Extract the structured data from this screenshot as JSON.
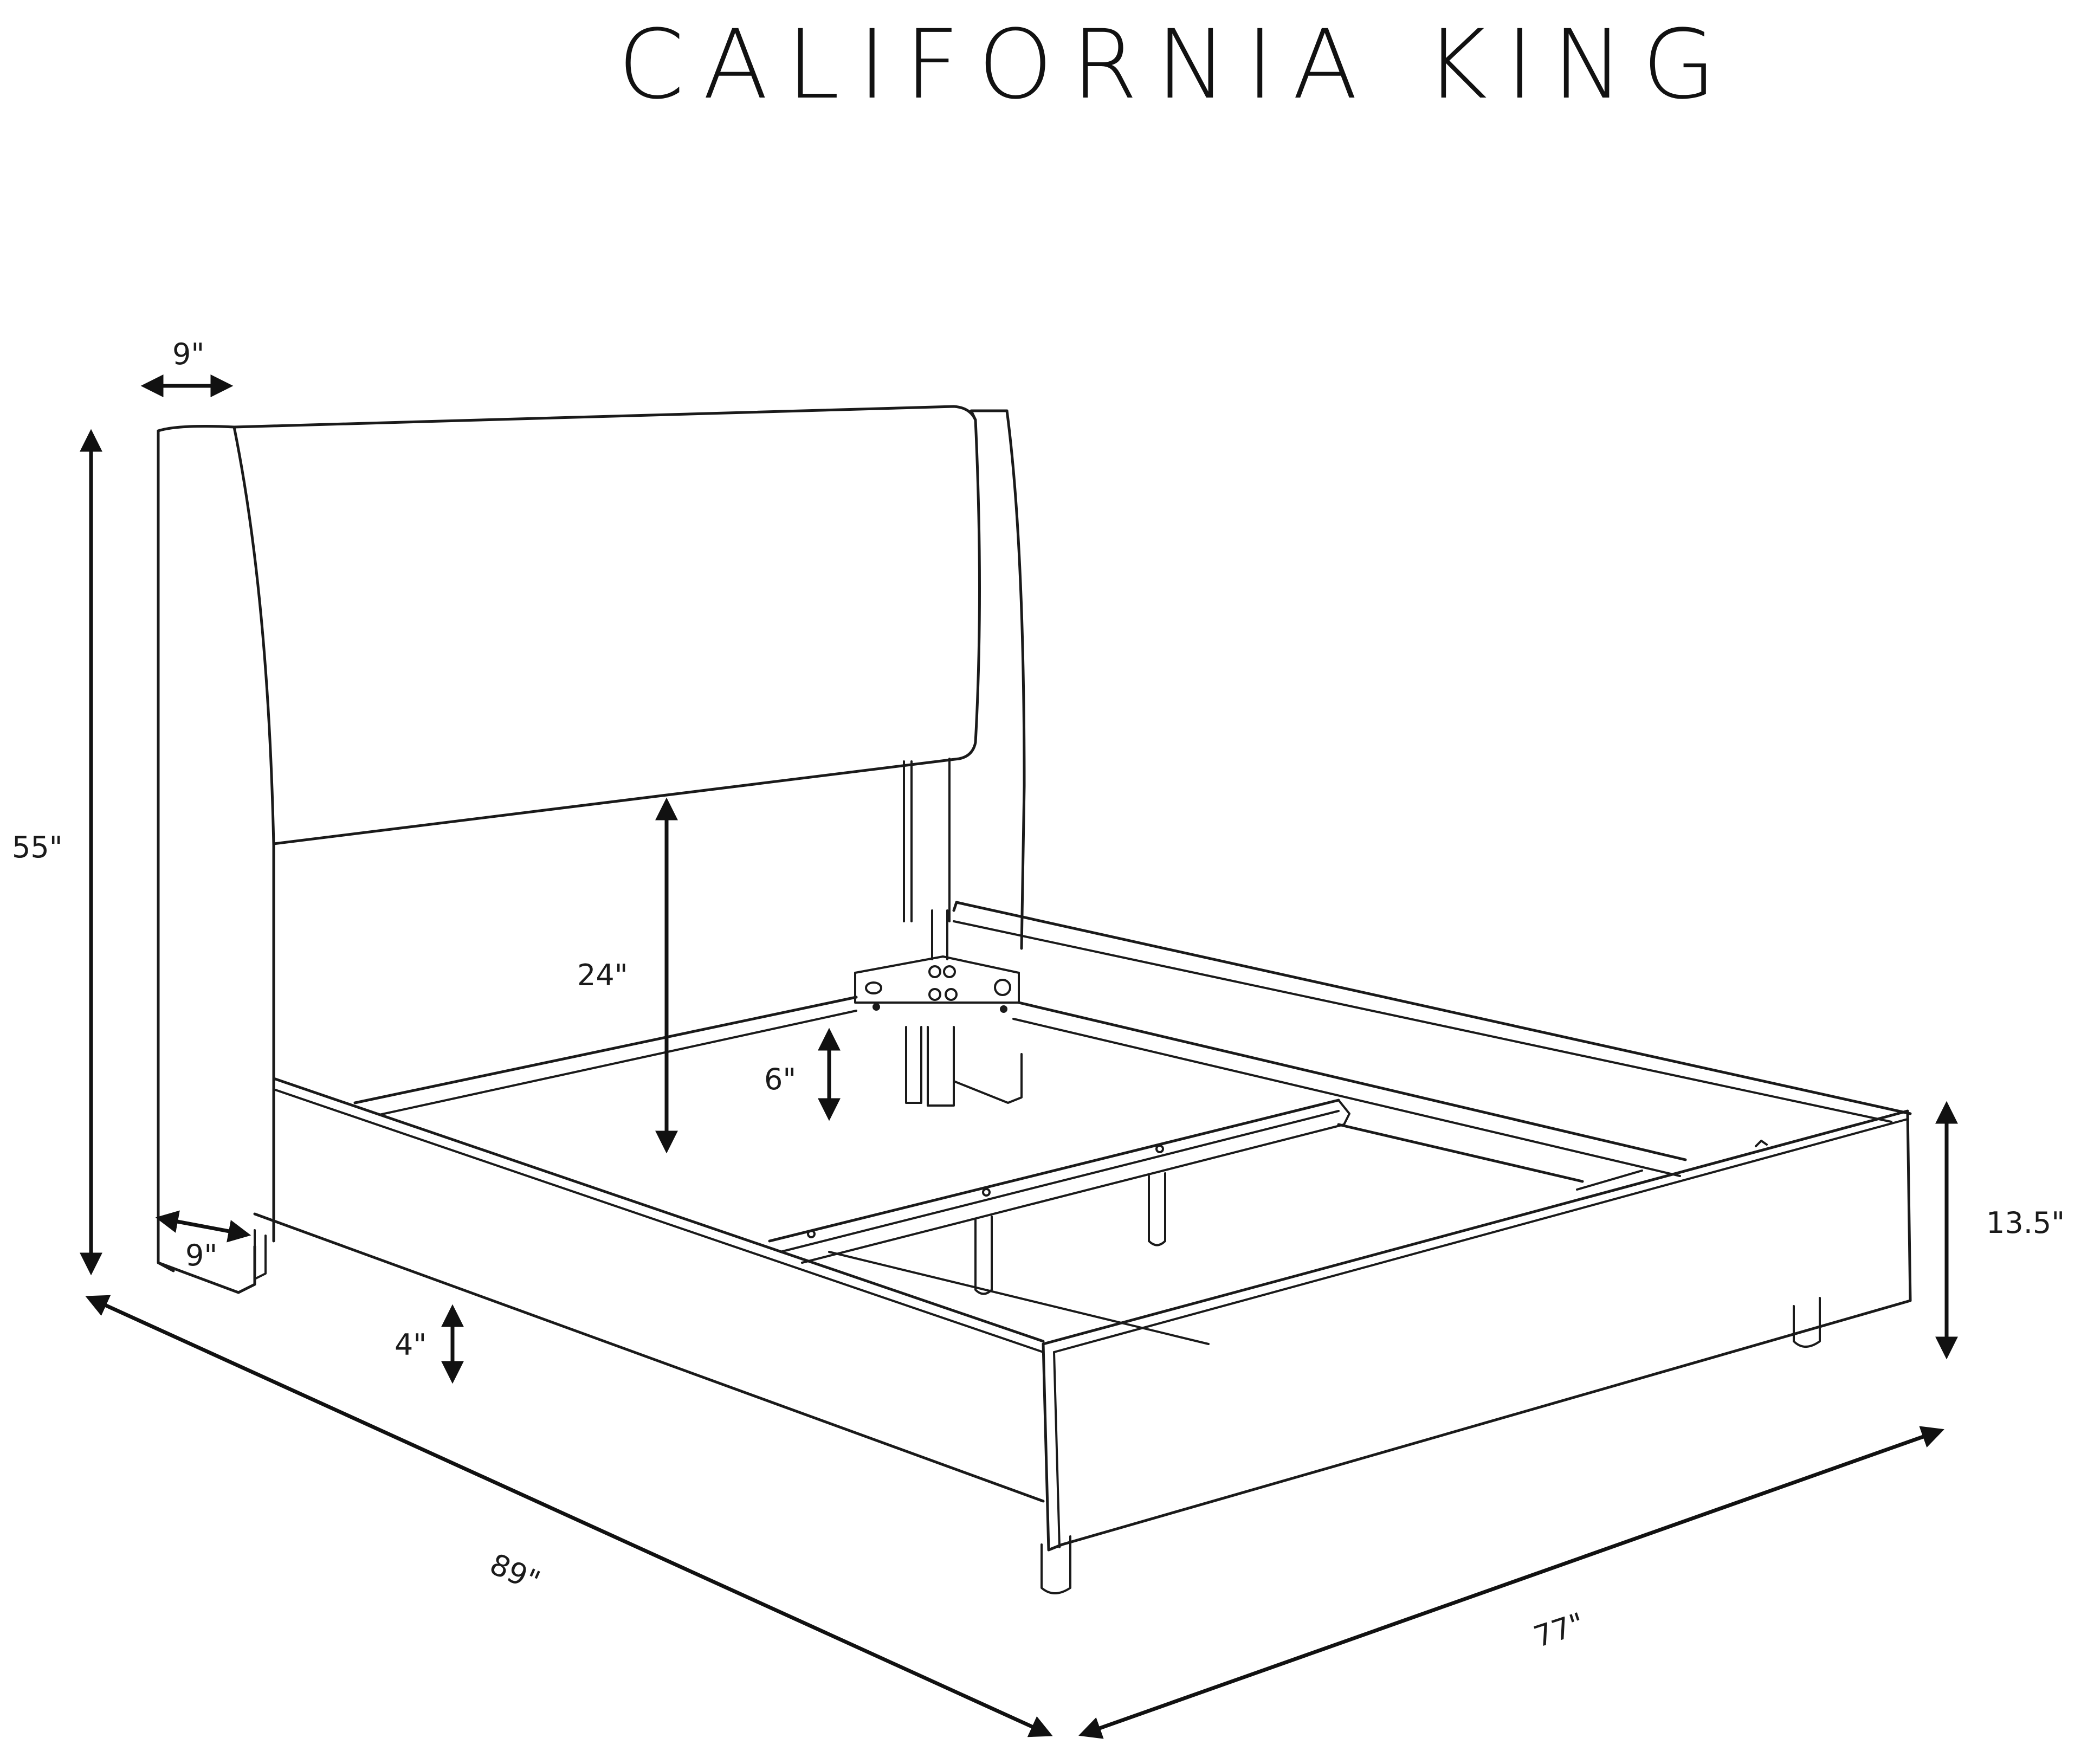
{
  "title": "CALIFORNIA KING",
  "product": "Bed dimension diagram",
  "dimensions": {
    "headboard_wing_depth_top": "9\"",
    "total_height": "55\"",
    "wing_depth_bottom": "9\"",
    "headboard_clearance": "24\"",
    "rail_clearance": "6\"",
    "leg_height": "4\"",
    "footboard_height": "13.5\"",
    "length": "89\"",
    "width": "77\""
  },
  "colors": {
    "line": "#1a1a1a",
    "background": "#ffffff"
  }
}
